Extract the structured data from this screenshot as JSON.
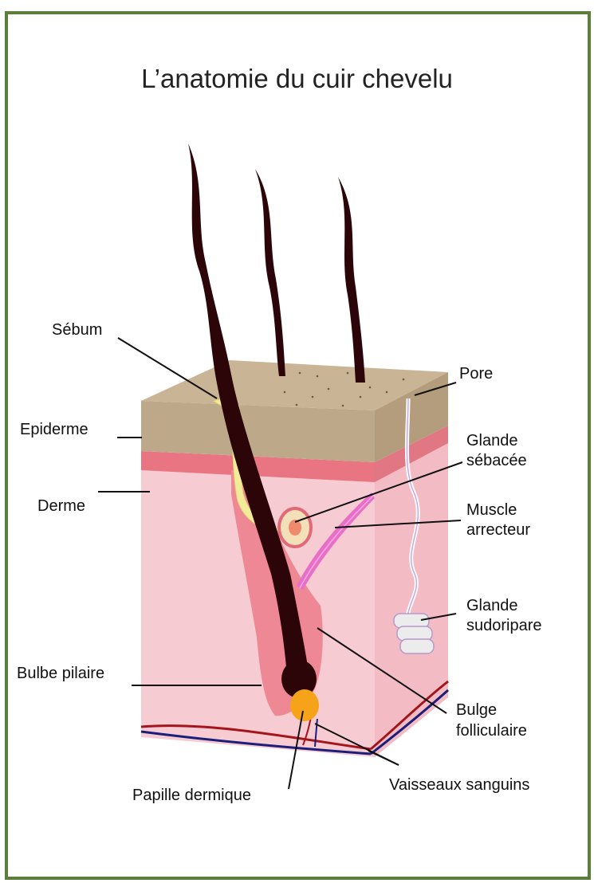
{
  "title": "L’anatomie du cuir chevelu",
  "labels": {
    "sebum": "Sébum",
    "pore": "Pore",
    "epiderme": "Epiderme",
    "glande_sebacee_1": "Glande",
    "glande_sebacee_2": "sébacée",
    "derme": "Derme",
    "muscle_1": "Muscle",
    "muscle_2": "arrecteur",
    "glande_sudoripare_1": "Glande",
    "glande_sudoripare_2": "sudoripare",
    "bulbe_pilaire": "Bulbe pilaire",
    "bulge_1": "Bulge",
    "bulge_2": "folliculaire",
    "papille": "Papille dermique",
    "vaisseaux": "Vaisseaux sanguins"
  },
  "colors": {
    "frame": "#5a7f3a",
    "epidermis_top": "#c6b294",
    "epidermis_front": "#bca787",
    "dermis_band": "#e77a84",
    "dermis": "#f7cbd2",
    "hair": "#2b0508",
    "follicle": "#ef8a94",
    "papilla": "#f6a31a",
    "sebum": "#f2ec9a",
    "artery": "#a3151b",
    "vein": "#1b1f7a"
  }
}
